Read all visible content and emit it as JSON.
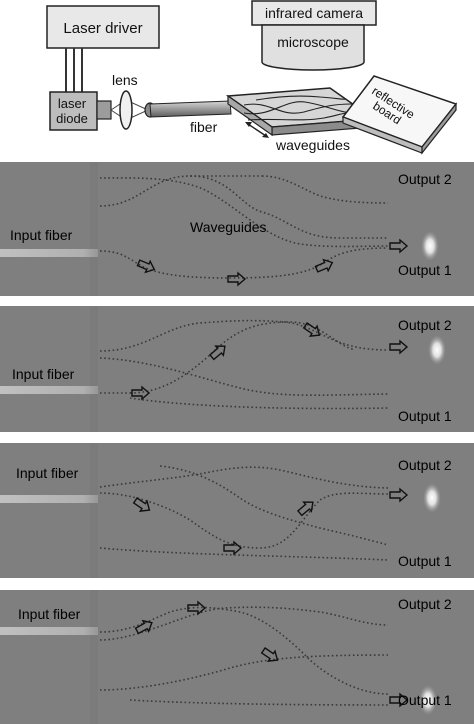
{
  "setup": {
    "laser_driver": "Laser driver",
    "laser_diode_line1": "laser",
    "laser_diode_line2": "diode",
    "lens": "lens",
    "fiber": "fiber",
    "infrared_camera": "infrared camera",
    "microscope": "microscope",
    "waveguides": "waveguides",
    "reflective_board_line1": "reflective",
    "reflective_board_line2": "board"
  },
  "panels": [
    {
      "input": "Input fiber",
      "output_top": "Output 2",
      "output_bottom": "Output 1",
      "center": "Waveguides"
    },
    {
      "input": "Input fiber",
      "output_top": "Output 2",
      "output_bottom": "Output 1"
    },
    {
      "input": "Input fiber",
      "output_top": "Output 2",
      "output_bottom": "Output 1"
    },
    {
      "input": "Input fiber",
      "output_top": "Output 2",
      "output_bottom": "Output 1"
    }
  ],
  "colors": {
    "panel_bg": "#7f7f7f",
    "bright_spot": "#ffffff"
  }
}
